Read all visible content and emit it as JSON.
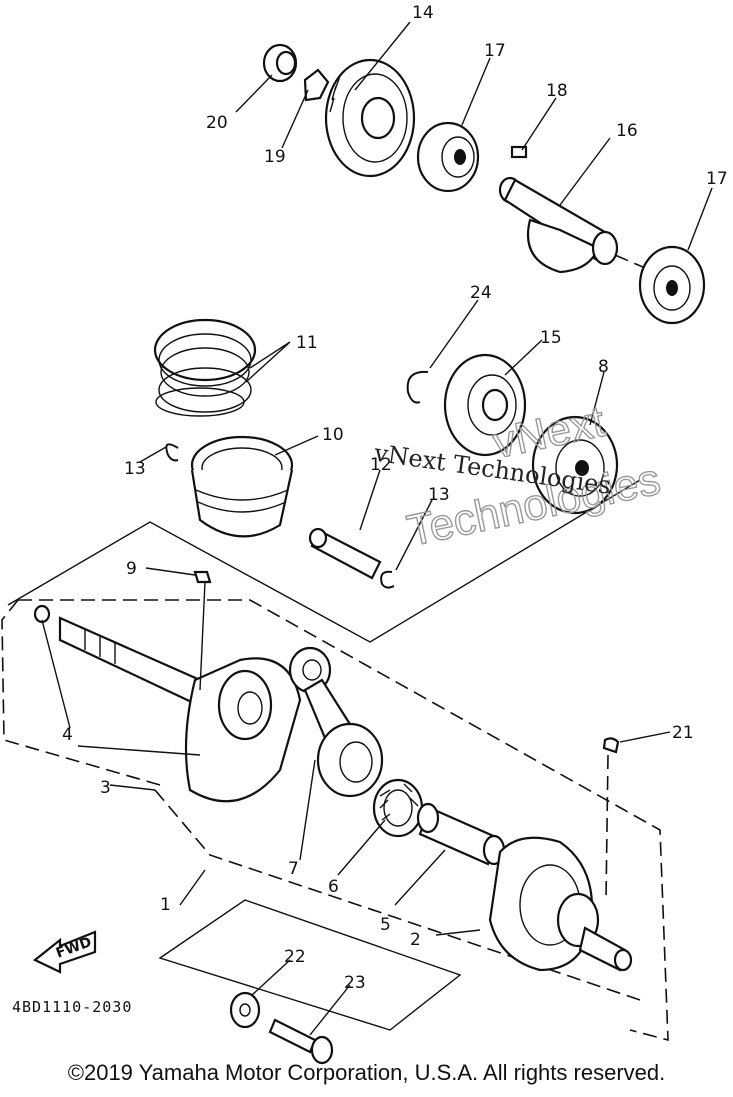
{
  "diagram": {
    "part_numbers": [
      "1",
      "2",
      "3",
      "4",
      "5",
      "6",
      "7",
      "8",
      "9",
      "10",
      "11",
      "12",
      "13",
      "13",
      "14",
      "15",
      "16",
      "17",
      "17",
      "18",
      "19",
      "20",
      "21",
      "22",
      "23",
      "24"
    ],
    "figure_code": "4BD1110-2030",
    "fwd_label": "FWD",
    "watermark": {
      "line1": "vNext Technologies",
      "line2": "vNext",
      "line3": "Technologies"
    }
  },
  "footer": {
    "copyright": "©2019 Yamaha Motor Corporation, U.S.A. All rights reserved."
  }
}
